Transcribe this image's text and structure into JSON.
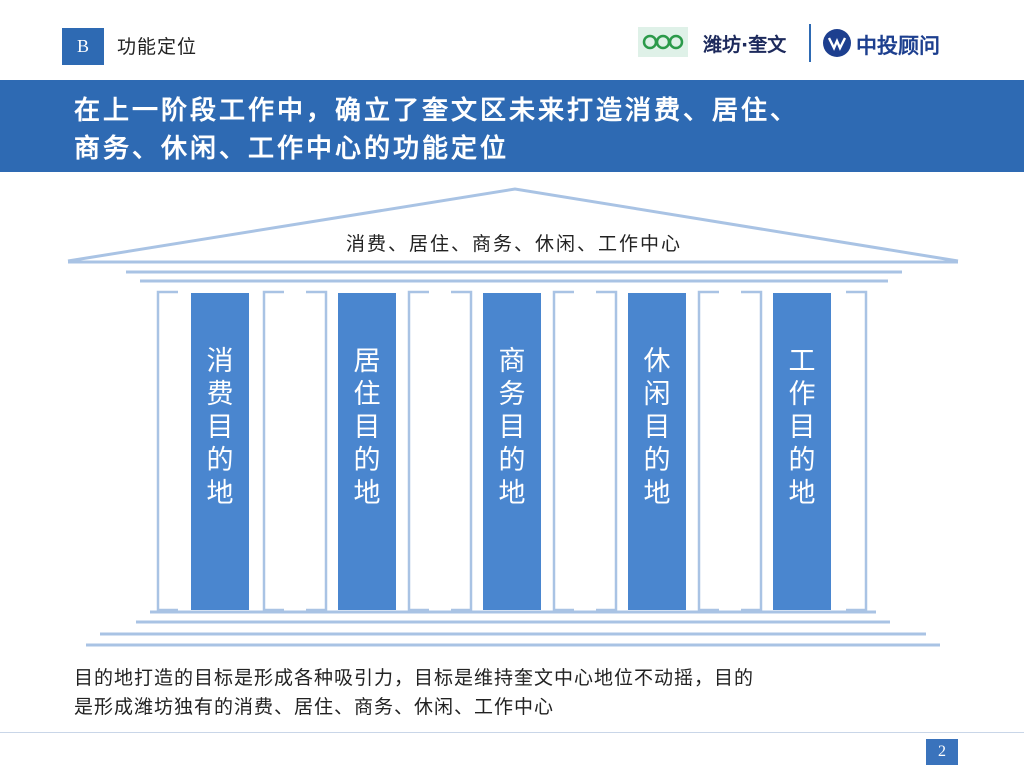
{
  "header": {
    "section_letter": "B",
    "section_title": "功能定位",
    "logo_weifang": "潍坊·奎文",
    "logo_zhongtou": "中投顾问"
  },
  "banner": {
    "line1": "在上一阶段工作中，确立了奎文区未来打造消费、居住、",
    "line2": "商务、休闲、工作中心的功能定位"
  },
  "temple": {
    "roof_label": "消费、居住、商务、休闲、工作中心",
    "columns": [
      {
        "chars": [
          "消",
          "费",
          "目",
          "的",
          "地"
        ]
      },
      {
        "chars": [
          "居",
          "住",
          "目",
          "的",
          "地"
        ]
      },
      {
        "chars": [
          "商",
          "务",
          "目",
          "的",
          "地"
        ]
      },
      {
        "chars": [
          "休",
          "闲",
          "目",
          "的",
          "地"
        ]
      },
      {
        "chars": [
          "工",
          "作",
          "目",
          "的",
          "地"
        ]
      }
    ]
  },
  "caption": {
    "line1": "目的地打造的目标是形成各种吸引力，目标是维持奎文中心地位不动摇，目的",
    "line2": "是形成潍坊独有的消费、居住、商务、休闲、工作中心"
  },
  "footer": {
    "page_number": "2"
  },
  "colors": {
    "primary_blue": "#2e6ab3",
    "column_blue": "#4a86cf",
    "outline_blue": "#a9c3e4"
  }
}
